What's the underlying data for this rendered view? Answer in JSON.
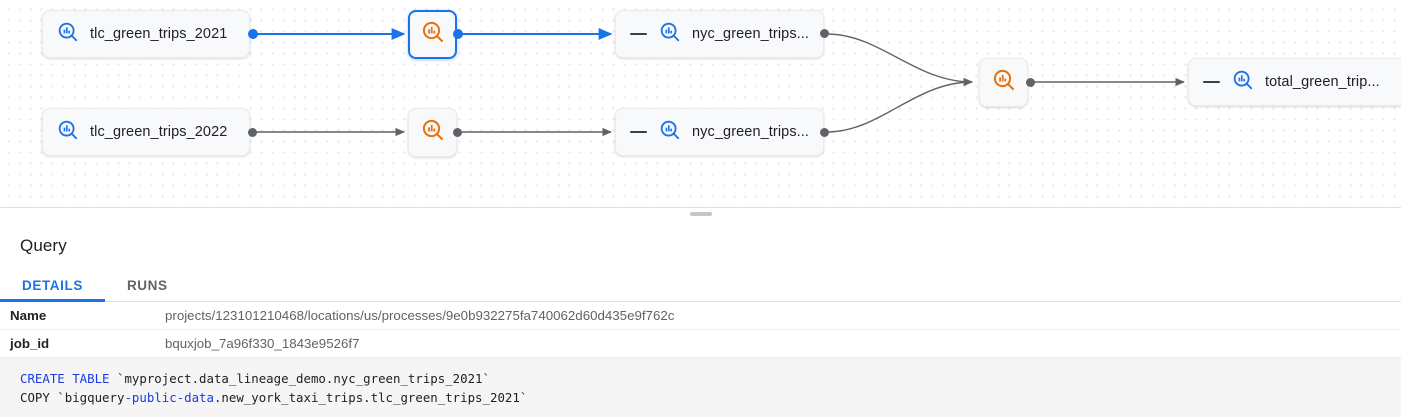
{
  "graph": {
    "nodes": [
      {
        "id": "tlc2021",
        "label": "tlc_green_trips_2021",
        "kind": "table",
        "icon": "table-search-icon",
        "selected": false,
        "collapsible": false,
        "accent": "#1a73e8"
      },
      {
        "id": "tlc2022",
        "label": "tlc_green_trips_2022",
        "kind": "table",
        "icon": "table-search-icon",
        "selected": false,
        "collapsible": false,
        "accent": "#1a73e8"
      },
      {
        "id": "proc1",
        "label": "",
        "kind": "process",
        "icon": "process-search-icon",
        "selected": true,
        "collapsible": false,
        "accent": "#e8710a"
      },
      {
        "id": "proc2",
        "label": "",
        "kind": "process",
        "icon": "process-search-icon",
        "selected": false,
        "collapsible": false,
        "accent": "#e8710a"
      },
      {
        "id": "nyc1",
        "label": "nyc_green_trips...",
        "kind": "table",
        "icon": "table-search-icon",
        "selected": false,
        "collapsible": true,
        "accent": "#1a73e8"
      },
      {
        "id": "nyc2",
        "label": "nyc_green_trips...",
        "kind": "table",
        "icon": "table-search-icon",
        "selected": false,
        "collapsible": true,
        "accent": "#1a73e8"
      },
      {
        "id": "proc3",
        "label": "",
        "kind": "process",
        "icon": "process-search-icon",
        "selected": false,
        "collapsible": false,
        "accent": "#e8710a"
      },
      {
        "id": "total",
        "label": "total_green_trip...",
        "kind": "table",
        "icon": "table-search-icon",
        "selected": false,
        "collapsible": true,
        "accent": "#1a73e8"
      }
    ],
    "edge_colors": {
      "highlight": "#1a73e8",
      "normal": "#5f6368"
    }
  },
  "splitter": {
    "grip_label": "resize-handle"
  },
  "panel": {
    "title": "Query",
    "tabs": [
      {
        "id": "details",
        "label": "DETAILS",
        "active": true
      },
      {
        "id": "runs",
        "label": "RUNS",
        "active": false
      }
    ],
    "rows": [
      {
        "key": "Name",
        "value": "projects/123101210468/locations/us/processes/9e0b932275fa740062d60d435e9f762c"
      },
      {
        "key": "job_id",
        "value": "bquxjob_7a96f330_1843e9526f7"
      }
    ]
  },
  "sql": {
    "line1": {
      "kw": "CREATE TABLE",
      "rest": " `myproject.data_lineage_demo.nyc_green_trips_2021`"
    },
    "line2": {
      "pre": "COPY `bigquery",
      "kw": "-public-data",
      "rest": ".new_york_taxi_trips.tlc_green_trips_2021`"
    }
  }
}
